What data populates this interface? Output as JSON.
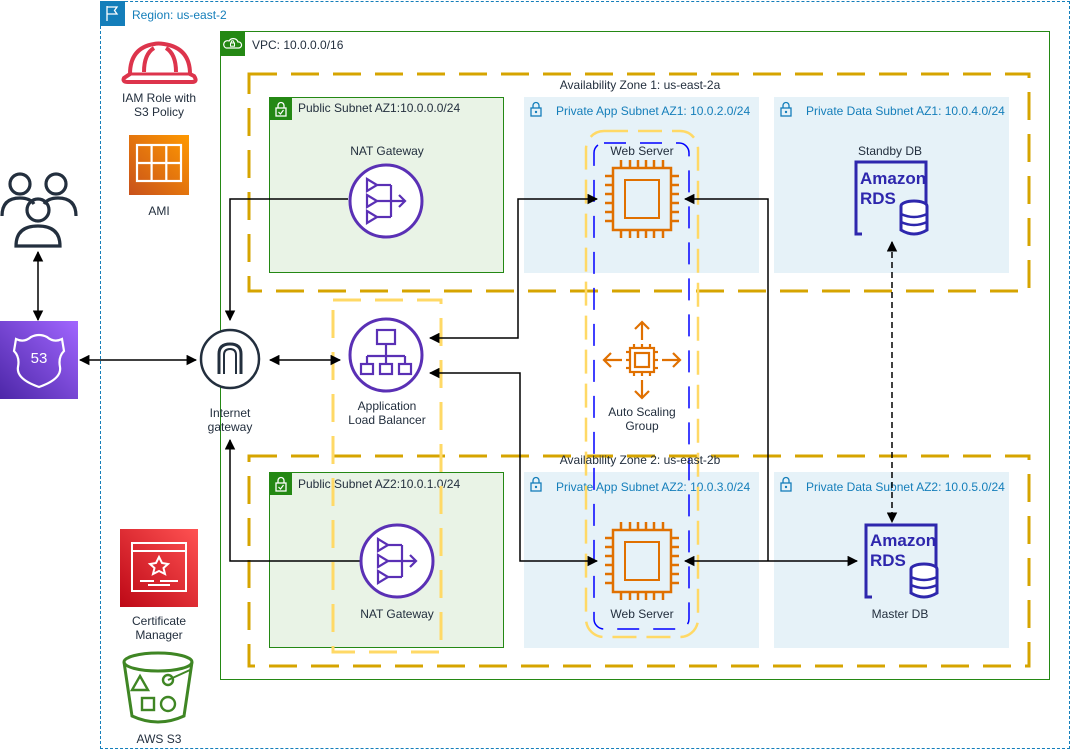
{
  "region": {
    "label": "Region: us-east-2"
  },
  "vpc": {
    "label": "VPC: 10.0.0.0/16"
  },
  "zones": {
    "az1": "Availability Zone 1: us-east-2a",
    "az2": "Availability Zone 2: us-east-2b"
  },
  "subnets": {
    "pub1": "Public Subnet AZ1:10.0.0.0/24",
    "app1": "Private App Subnet AZ1: 10.0.2.0/24",
    "data1": "Private Data Subnet AZ1: 10.0.4.0/24",
    "pub2": "Public Subnet AZ2:10.0.1.0/24",
    "app2": "Private App Subnet AZ2: 10.0.3.0/24",
    "data2": "Private Data Subnet AZ2: 10.0.5.0/24"
  },
  "nodes": {
    "iam_line1": "IAM Role with",
    "iam_line2": "S3 Policy",
    "ami": "AMI",
    "igw_line1": "Internet",
    "igw_line2": "gateway",
    "nat1": "NAT Gateway",
    "nat2": "NAT Gateway",
    "alb_line1": "Application",
    "alb_line2": "Load Balancer",
    "web1": "Web Server",
    "web2": "Web Server",
    "asg_line1": "Auto Scaling",
    "asg_line2": "Group",
    "standby_db": "Standby DB",
    "master_db": "Master DB",
    "cert_line1": "Certificate",
    "cert_line2": "Manager",
    "s3": "AWS S3",
    "route53": "53",
    "rds_text_line1": "Amazon",
    "rds_text_line2": "RDS"
  },
  "icons": {
    "iam": "hard-hat-icon",
    "ami": "ami-grid-icon",
    "users": "users-icon",
    "route53": "route53-shield-icon",
    "igw": "internet-gateway-icon",
    "nat": "nat-gateway-icon",
    "alb": "load-balancer-icon",
    "ec2": "ec2-chip-icon",
    "asg": "auto-scaling-icon",
    "rds": "rds-database-icon",
    "cert": "certificate-icon",
    "s3": "s3-bucket-icon"
  },
  "colors": {
    "region": "#147eba",
    "vpc": "#248814",
    "public_subnet_bg": "#e9f3e6",
    "private_subnet_bg": "#e6f2f8",
    "az_dash": "#d6a400",
    "asg_dash": "#ffd966",
    "asg_blue_dash": "#0000ff",
    "compute": "#e07000",
    "networking": "#5a30b5",
    "database": "#2e27ad",
    "security": "#dd344c",
    "storage": "#3f8624"
  }
}
